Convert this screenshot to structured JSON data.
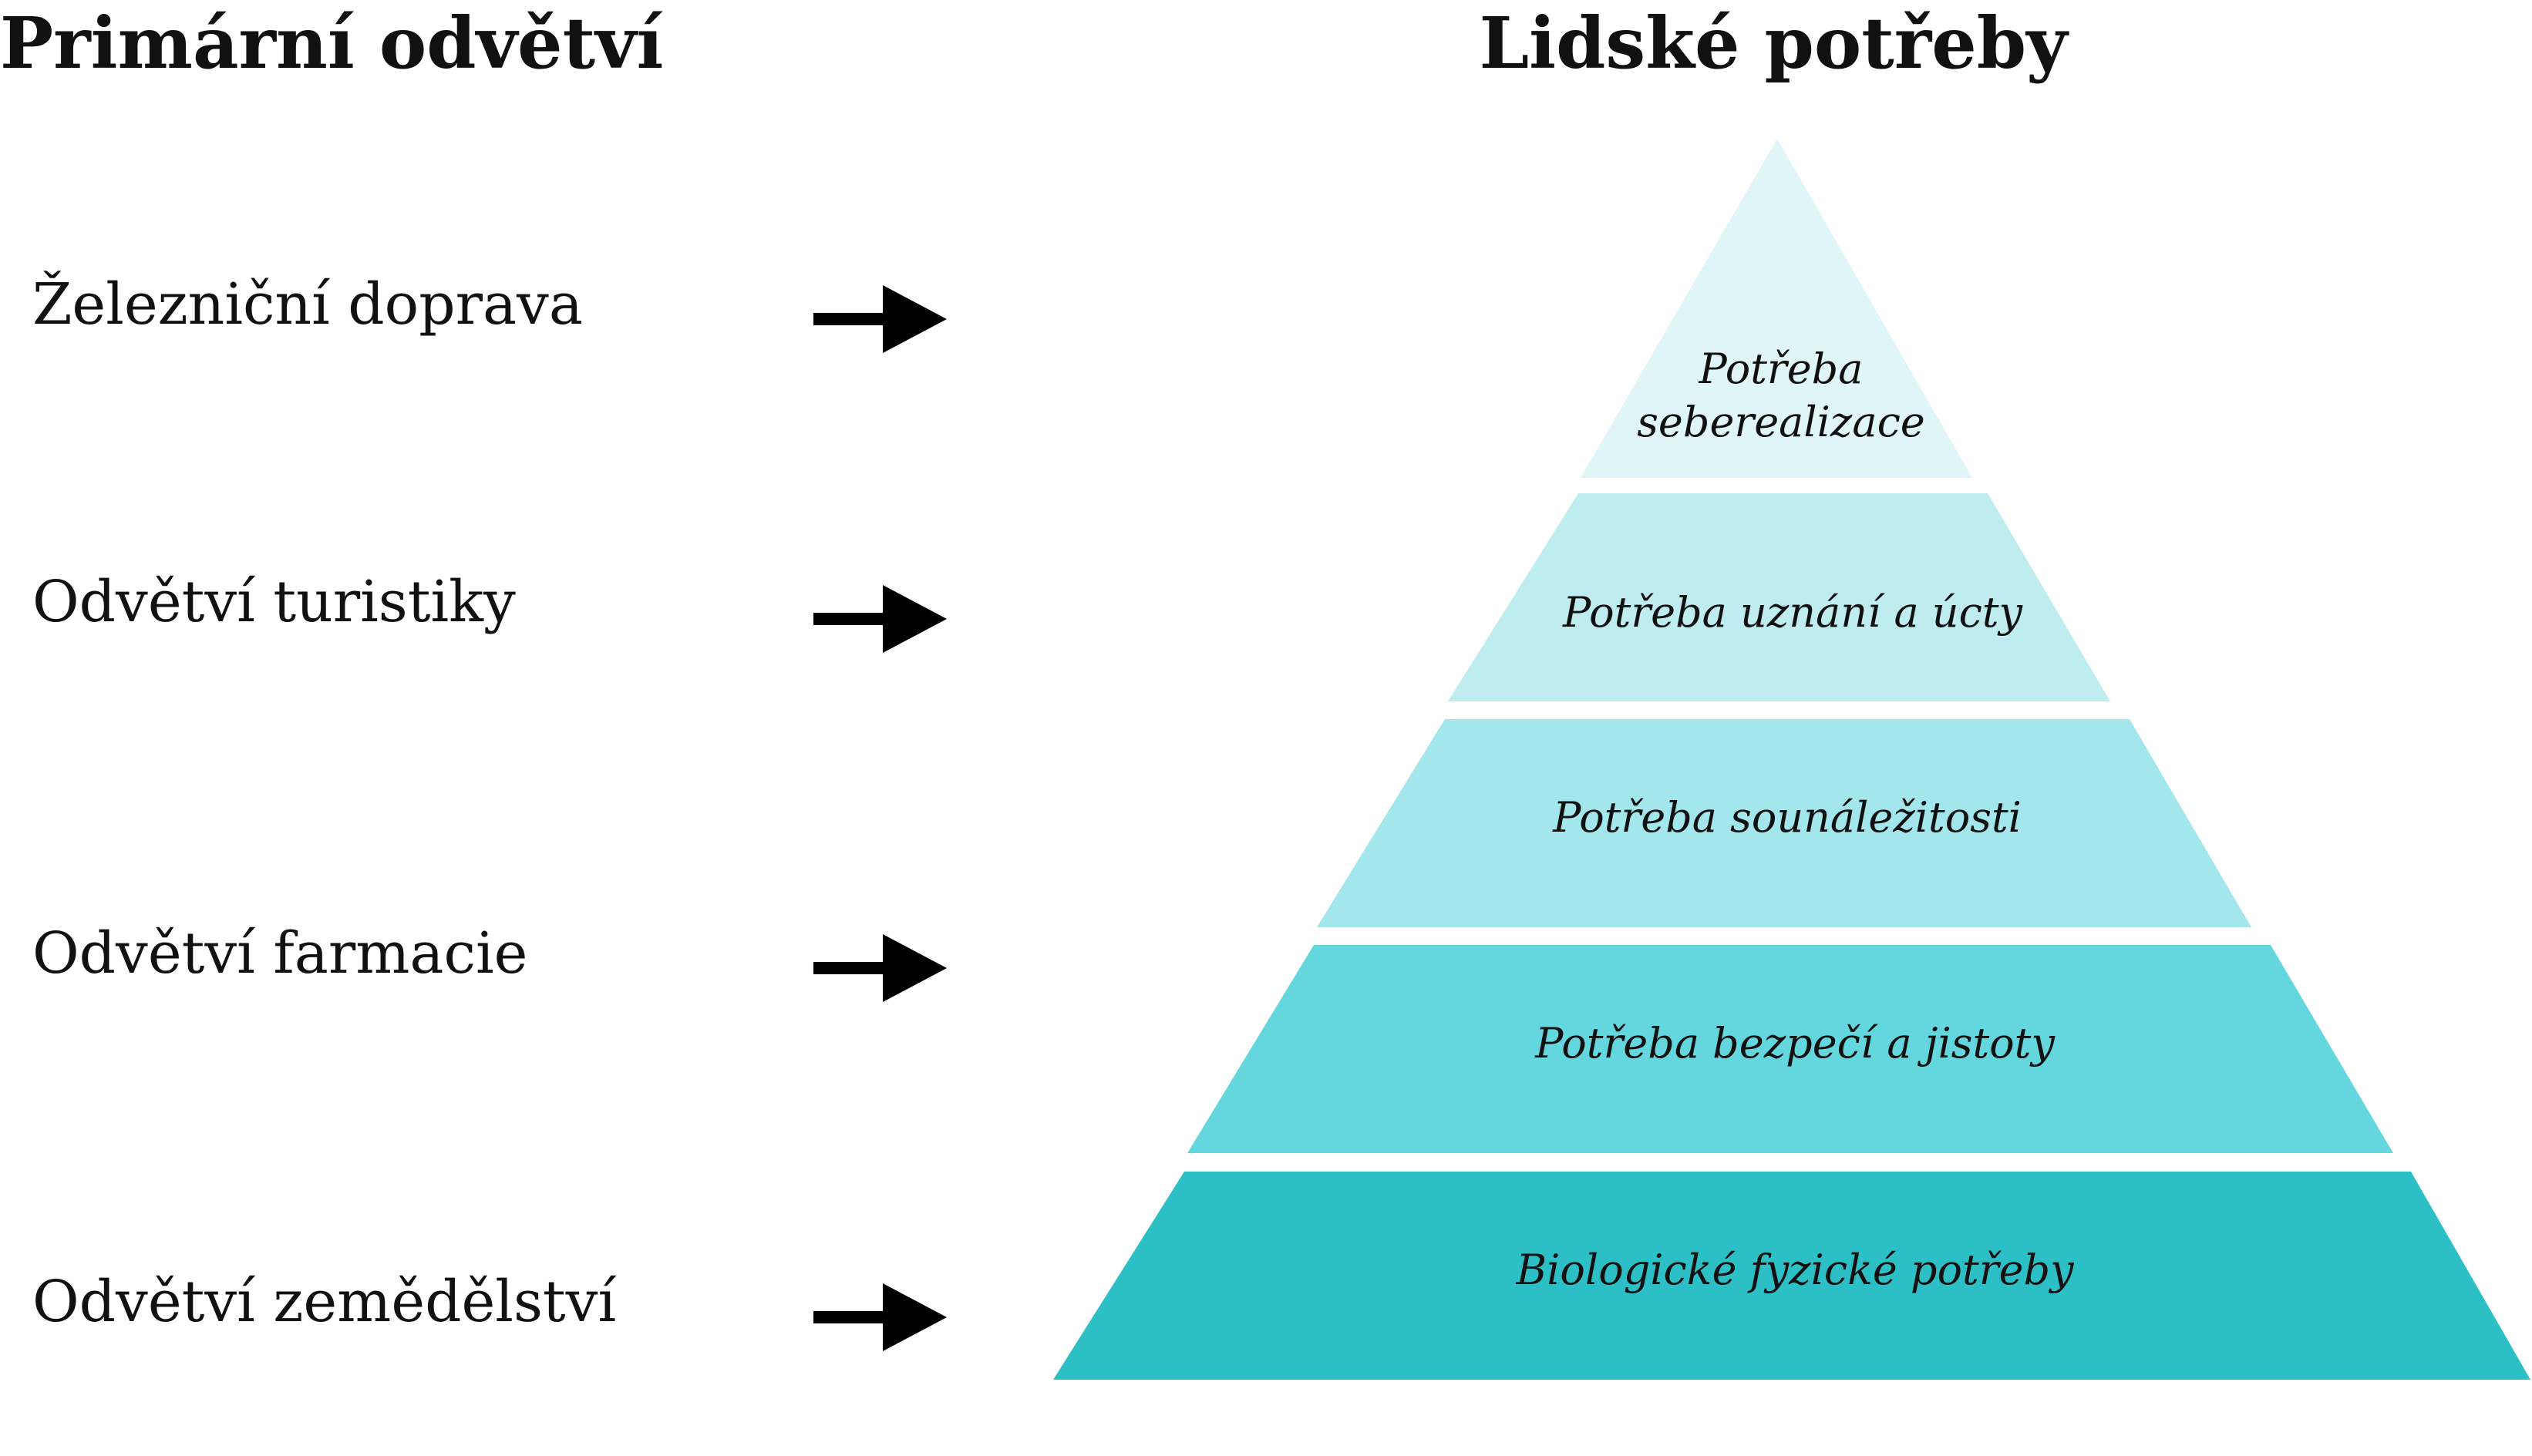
{
  "left_column": {
    "title": "Primární odvětví",
    "sectors": [
      {
        "label": "Železniční doprava"
      },
      {
        "label": "Odvětví turistiky"
      },
      {
        "label": "Odvětví farmacie"
      },
      {
        "label": "Odvětví zemědělství"
      }
    ]
  },
  "right_column": {
    "title": "Lidské potřeby",
    "levels": [
      {
        "line1": "Potřeba",
        "line2": "seberealizace",
        "color": "#dff5f8"
      },
      {
        "line1": "Potřeba uznání a úcty",
        "line2": "",
        "color": "#bfecef"
      },
      {
        "line1": "Potřeba sounáležitosti",
        "line2": "",
        "color": "#a3e6eb"
      },
      {
        "line1": "Potřeba bezpečí a jistoty",
        "line2": "",
        "color": "#64d6de"
      },
      {
        "line1": "Biologické fyzické potřeby",
        "line2": "",
        "color": "#2cbfc6"
      }
    ]
  },
  "colors": {
    "text": "#111111",
    "arrow": "#000000"
  },
  "icons": {
    "arrow": "right-arrow-icon"
  }
}
